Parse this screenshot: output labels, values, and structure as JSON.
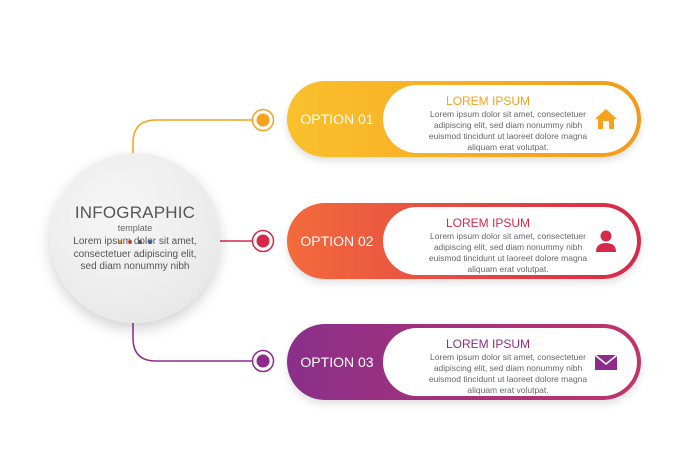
{
  "hub": {
    "title": "INFOGRAPHIC",
    "subtitle": "template",
    "body": "Lorem ipsum dolor sit amet, consectetuer adipiscing elit, sed diam nonummy nibh",
    "dot_colors": [
      "#f5a623",
      "#e0452f",
      "#8e2c8c",
      "#2a67c4"
    ]
  },
  "options": [
    {
      "label": "OPTION 01",
      "heading": "LOREM IPSUM",
      "body": "Lorem ipsum dolor sit amet, consectetuer adipiscing elit, sed diam nonummy nibh euismod tincidunt ut laoreet dolore magna aliquam erat volutpat.",
      "icon": "home-icon",
      "color": "#f6a21d",
      "gradient": [
        "#fbc02d",
        "#f39a1b"
      ]
    },
    {
      "label": "OPTION 02",
      "heading": "LOREM IPSUM",
      "body": "Lorem ipsum dolor sit amet, consectetuer adipiscing elit, sed diam nonummy nibh euismod tincidunt ut laoreet dolore magna aliquam erat volutpat.",
      "icon": "user-icon",
      "color": "#d6294a",
      "gradient": [
        "#f36b3b",
        "#d6294a"
      ]
    },
    {
      "label": "OPTION 03",
      "heading": "LOREM IPSUM",
      "body": "Lorem ipsum dolor sit amet, consectetuer adipiscing elit, sed diam nonummy nibh euismod tincidunt ut laoreet dolore magna aliquam erat volutpat.",
      "icon": "envelope-icon",
      "color": "#8f2a8e",
      "gradient": [
        "#8a2f8a",
        "#c1346c"
      ]
    }
  ]
}
